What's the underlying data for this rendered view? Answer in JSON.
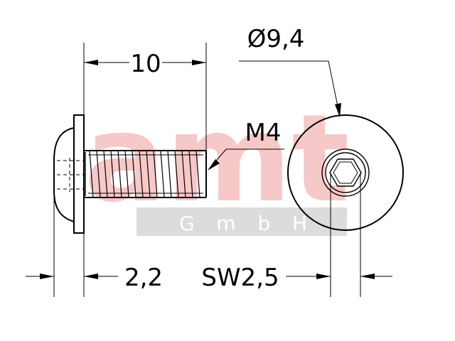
{
  "watermark": {
    "logo_text": "amt",
    "company_text": "GmbH",
    "logo_color": "#f6c8c8",
    "bar_color": "#dcdcdc"
  },
  "dimensions": {
    "length": "10",
    "head_diameter": "Ø9,4",
    "thread": "M4",
    "head_height": "2,2",
    "drive_size": "SW2,5"
  },
  "colors": {
    "line": "#000000",
    "background": "#ffffff"
  }
}
